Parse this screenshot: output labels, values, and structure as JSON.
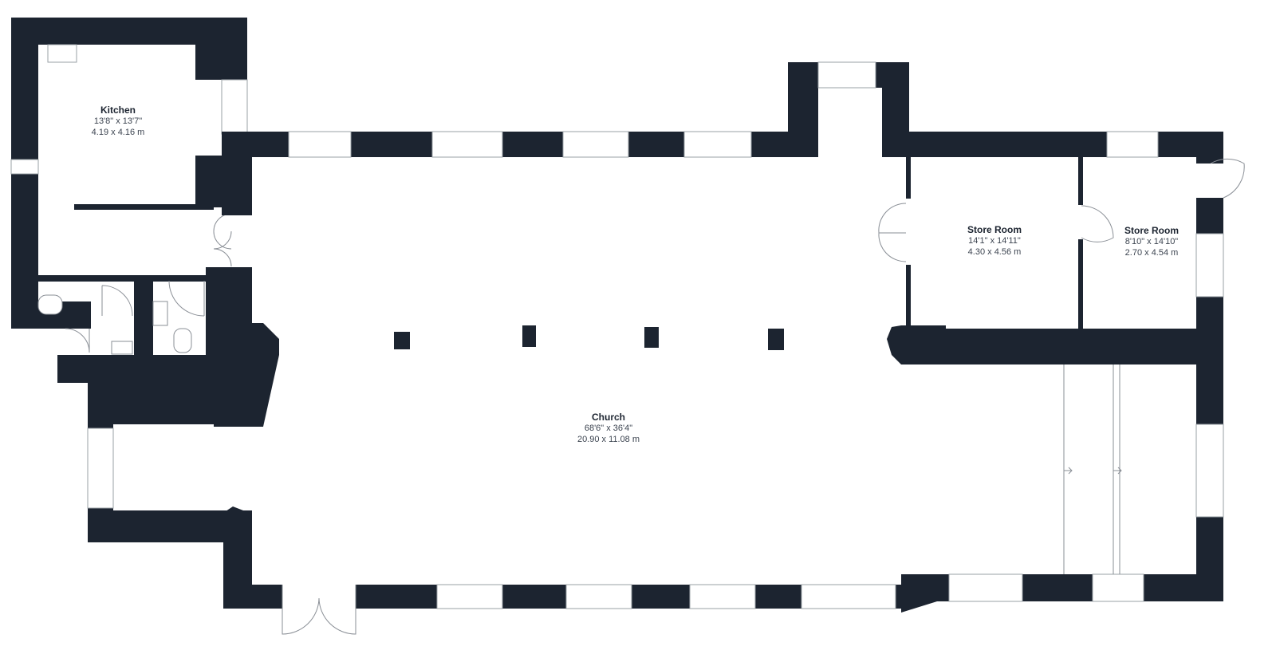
{
  "floorplan": {
    "rooms": [
      {
        "name": "Kitchen",
        "dim_imperial": "13'8\" x 13'7\"",
        "dim_metric": "4.19 x 4.16 m"
      },
      {
        "name": "Church",
        "dim_imperial": "68'6\" x 36'4\"",
        "dim_metric": "20.90 x 11.08 m"
      },
      {
        "name": "Store Room",
        "dim_imperial": "14'1\" x 14'11\"",
        "dim_metric": "4.30 x 4.56 m"
      },
      {
        "name": "Store Room",
        "dim_imperial": "8'10\" x 14'10\"",
        "dim_metric": "2.70 x 4.54 m"
      }
    ],
    "colors": {
      "wall": "#1c2430",
      "background": "#ffffff",
      "line": "#8a8f96"
    }
  }
}
